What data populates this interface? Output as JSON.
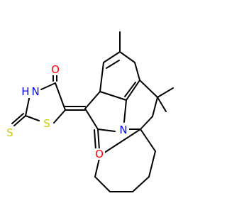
{
  "atoms": [
    {
      "id": "O_top",
      "element": "O",
      "label": "O",
      "color": "#ff0000"
    },
    {
      "id": "NH",
      "element": "N",
      "label": "H N",
      "color": "#0000ff"
    },
    {
      "id": "S_thione",
      "element": "S",
      "label": "S",
      "color": "#cccc00"
    },
    {
      "id": "S_ring",
      "element": "S",
      "label": "S",
      "color": "#cccc00"
    },
    {
      "id": "N_ring",
      "element": "N",
      "label": "N",
      "color": "#0000ff"
    },
    {
      "id": "O_low",
      "element": "O",
      "label": "O",
      "color": "#ff0000"
    }
  ],
  "bond_color": "#000000"
}
